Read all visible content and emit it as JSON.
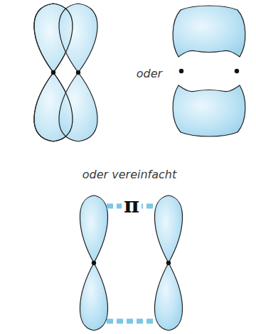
{
  "diagram": {
    "labels": [
      "oder",
      "oder vereinfacht",
      "π"
    ]
  }
}
